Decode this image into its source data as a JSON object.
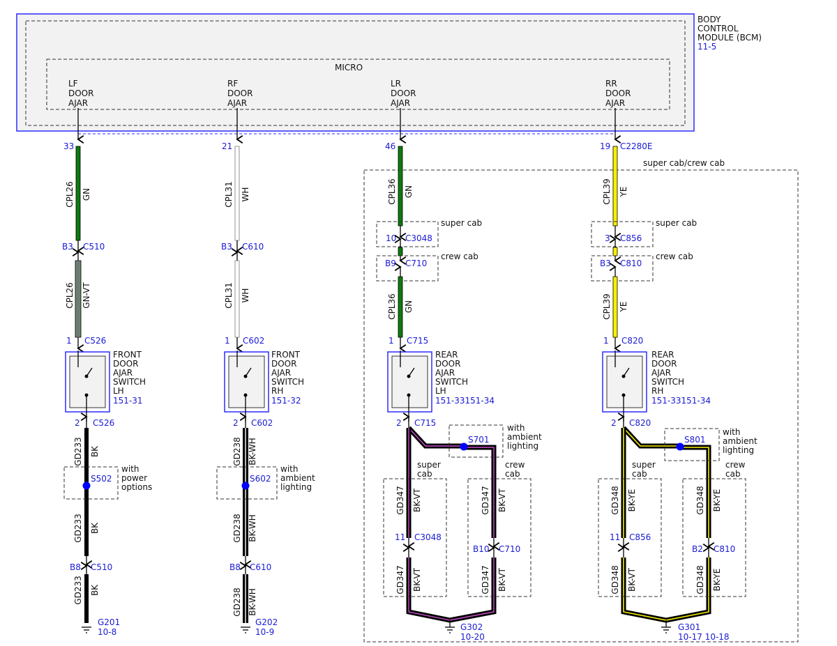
{
  "bcm": {
    "name_lines": [
      "BODY",
      "CONTROL",
      "MODULE (BCM)"
    ],
    "page_ref": "11-5",
    "micro_label": "MICRO",
    "border_color": "#2b2bff"
  },
  "colors": {
    "pin_label": "#1a1ad6",
    "green": "#0e7a0e",
    "white_wire": "#ffffff",
    "yellow": "#f7f000",
    "black": "#000000",
    "violet": "#cc4fcc",
    "splice_dot": "#0000ff"
  },
  "regions": {
    "super_crew_cab": "super cab/crew cab"
  },
  "circuits": [
    {
      "id": "lf",
      "bcm_input": [
        "LF",
        "DOOR",
        "AJAR"
      ],
      "bcm_pin": "33",
      "upper_wire": {
        "circuit": "CPL26",
        "color": "GN"
      },
      "inline_connector": {
        "pin": "B3",
        "name": "C510"
      },
      "middle_wire": {
        "circuit": "CPL26",
        "color": "GN-VT"
      },
      "switch_in": {
        "pin": "1",
        "name": "C526"
      },
      "switch": {
        "name_lines": [
          "FRONT",
          "DOOR",
          "AJAR",
          "SWITCH",
          "LH"
        ],
        "page_ref": "151-31"
      },
      "switch_out": {
        "pin": "2",
        "name": "C526"
      },
      "lower_wire": {
        "circuit": "GD233",
        "color": "BK"
      },
      "splice": {
        "name": "S502",
        "condition_lines": [
          "with",
          "power",
          "options"
        ]
      },
      "lower_wire_2": {
        "circuit": "GD233",
        "color": "BK"
      },
      "ground_connector": {
        "pin": "B8",
        "name": "C510"
      },
      "ground_wire": {
        "circuit": "GD233",
        "color": "BK"
      },
      "ground": {
        "name": "G201",
        "page_ref": "10-8"
      }
    },
    {
      "id": "rf",
      "bcm_input": [
        "RF",
        "DOOR",
        "AJAR"
      ],
      "bcm_pin": "21",
      "upper_wire": {
        "circuit": "CPL31",
        "color": "WH"
      },
      "inline_connector": {
        "pin": "B3",
        "name": "C610"
      },
      "middle_wire": {
        "circuit": "CPL31",
        "color": "WH"
      },
      "switch_in": {
        "pin": "1",
        "name": "C602"
      },
      "switch": {
        "name_lines": [
          "FRONT",
          "DOOR",
          "AJAR",
          "SWITCH",
          "RH"
        ],
        "page_ref": "151-32"
      },
      "switch_out": {
        "pin": "2",
        "name": "C602"
      },
      "lower_wire": {
        "circuit": "GD238",
        "color": "BK-WH"
      },
      "splice": {
        "name": "S602",
        "condition_lines": [
          "with",
          "ambient",
          "lighting"
        ]
      },
      "lower_wire_2": {
        "circuit": "GD238",
        "color": "BK-WH"
      },
      "ground_connector": {
        "pin": "B8",
        "name": "C610"
      },
      "ground_wire": {
        "circuit": "GD238",
        "color": "BK-WH"
      },
      "ground": {
        "name": "G202",
        "page_ref": "10-9"
      }
    },
    {
      "id": "lr",
      "bcm_input": [
        "LR",
        "DOOR",
        "AJAR"
      ],
      "bcm_pin": "46",
      "upper_wire": {
        "circuit": "CPL36",
        "color": "GN"
      },
      "super_cab_connector": {
        "pin": "10",
        "name": "C3048",
        "label": "super cab"
      },
      "crew_cab_connector": {
        "pin": "B9",
        "name": "C710",
        "label": "crew cab"
      },
      "middle_wire": {
        "circuit": "CPL36",
        "color": "GN"
      },
      "switch_in": {
        "pin": "1",
        "name": "C715"
      },
      "switch": {
        "name_lines": [
          "REAR",
          "DOOR",
          "AJAR",
          "SWITCH",
          "LH"
        ],
        "page_ref": "151-33151-34"
      },
      "switch_out": {
        "pin": "2",
        "name": "C715"
      },
      "splice": {
        "name": "S701",
        "condition_lines": [
          "with",
          "ambient",
          "lighting"
        ]
      },
      "super_branch": {
        "label_lines": [
          "super",
          "cab"
        ],
        "wire_top": {
          "circuit": "GD347",
          "color": "BK-VT"
        },
        "connector": {
          "pin": "11",
          "name": "C3048"
        },
        "wire_bottom": {
          "circuit": "GD347",
          "color": "BK-VT"
        }
      },
      "crew_branch": {
        "label_lines": [
          "crew",
          "cab"
        ],
        "wire_top": {
          "circuit": "GD347",
          "color": "BK-VT"
        },
        "connector": {
          "pin": "B10",
          "name": "C710"
        },
        "wire_bottom": {
          "circuit": "GD347",
          "color": "BK-VT"
        }
      },
      "ground": {
        "name": "G302",
        "page_ref": "10-20"
      }
    },
    {
      "id": "rr",
      "bcm_input": [
        "RR",
        "DOOR",
        "AJAR"
      ],
      "bcm_pin": "19",
      "bcm_connector": "C2280E",
      "upper_wire": {
        "circuit": "CPL39",
        "color": "YE"
      },
      "super_cab_connector": {
        "pin": "3",
        "name": "C856",
        "label": "super cab"
      },
      "crew_cab_connector": {
        "pin": "B3",
        "name": "C810",
        "label": "crew cab"
      },
      "middle_wire": {
        "circuit": "CPL39",
        "color": "YE"
      },
      "switch_in": {
        "pin": "1",
        "name": "C820"
      },
      "switch": {
        "name_lines": [
          "REAR",
          "DOOR",
          "AJAR",
          "SWITCH",
          "RH"
        ],
        "page_ref": "151-33151-34"
      },
      "switch_out": {
        "pin": "2",
        "name": "C820"
      },
      "splice": {
        "name": "S801",
        "condition_lines": [
          "with",
          "ambient",
          "lighting"
        ]
      },
      "super_branch": {
        "label_lines": [
          "super",
          "cab"
        ],
        "wire_top": {
          "circuit": "GD348",
          "color": "BK-YE"
        },
        "connector": {
          "pin": "11",
          "name": "C856"
        },
        "wire_bottom": {
          "circuit": "GD348",
          "color": "BK-VT"
        }
      },
      "crew_branch": {
        "label_lines": [
          "crew",
          "cab"
        ],
        "wire_top": {
          "circuit": "GD348",
          "color": "BK-YE"
        },
        "connector": {
          "pin": "B2",
          "name": "C810"
        },
        "wire_bottom": {
          "circuit": "GD348",
          "color": "BK-YE"
        }
      },
      "ground": {
        "name": "G301",
        "page_ref": "10-17 10-18"
      }
    }
  ]
}
